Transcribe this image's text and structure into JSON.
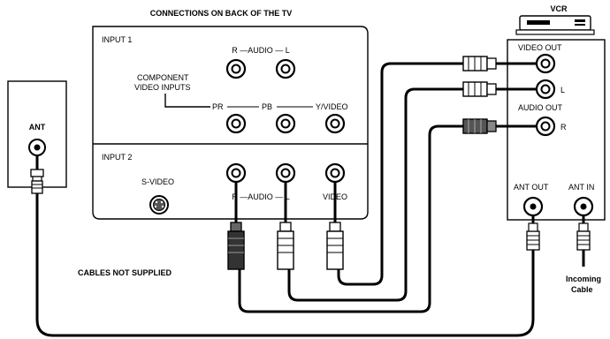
{
  "title": "CONNECTIONS ON BACK OF THE TV",
  "tv_panel": {
    "input1_label": "INPUT 1",
    "input2_label": "INPUT 2",
    "audio_label_1": "R —AUDIO — L",
    "component_label_line1": "COMPONENT",
    "component_label_line2": "VIDEO INPUTS",
    "pr_label": "PR",
    "pb_label": "PB",
    "yvideo_label": "Y/VIDEO",
    "svideo_label": "S-VIDEO",
    "audio_label_2": "R —AUDIO — L",
    "video_label": "VIDEO"
  },
  "wall": {
    "ant_label": "ANT"
  },
  "vcr": {
    "title": "VCR",
    "video_out_label": "VIDEO OUT",
    "l_label": "L",
    "audio_out_label": "AUDIO OUT",
    "r_label": "R",
    "ant_out_label": "ANT OUT",
    "ant_in_label": "ANT IN",
    "incoming_line1": "Incoming",
    "incoming_line2": "Cable"
  },
  "note": "CABLES NOT SUPPLIED"
}
